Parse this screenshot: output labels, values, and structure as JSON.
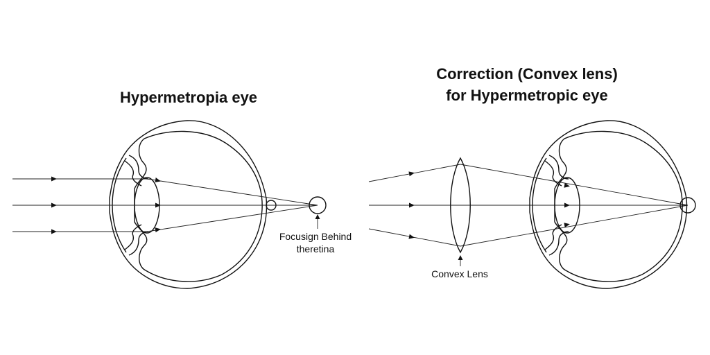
{
  "diagram": {
    "left_title": "Hypermetropia eye",
    "right_title_line1": "Correction (Convex lens)",
    "right_title_line2": "for Hypermetropic eye",
    "focus_label_line1": "Focusign Behind",
    "focus_label_line2": "theretina",
    "lens_label": "Convex Lens"
  }
}
